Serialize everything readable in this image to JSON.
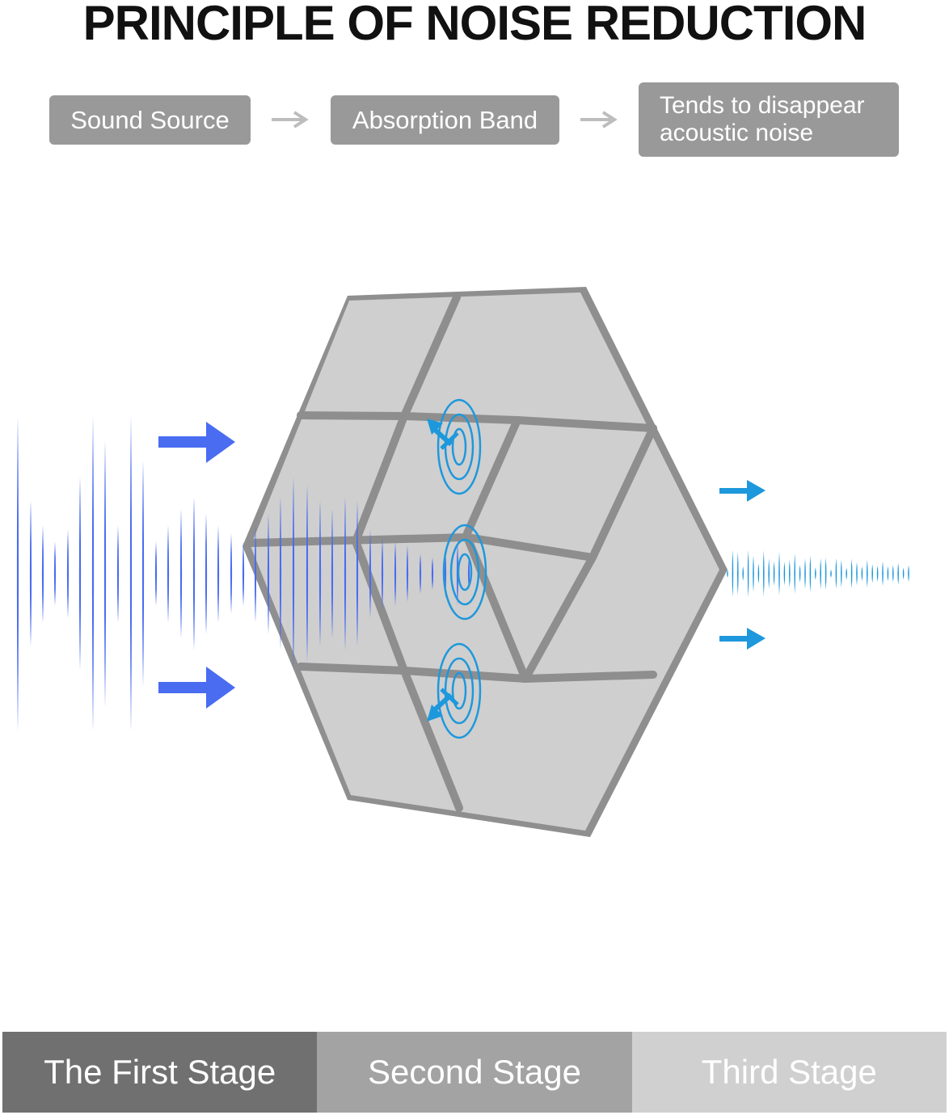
{
  "title": "PRINCIPLE OF NOISE REDUCTION",
  "flow": {
    "step1": "Sound Source",
    "step2": "Absorption Band",
    "step3_line1": "Tends to disappear",
    "step3_line2": "acoustic noise"
  },
  "stages": [
    {
      "label": "The First Stage",
      "color": "#707070"
    },
    {
      "label": "Second Stage",
      "color": "#a3a3a3"
    },
    {
      "label": "Third Stage",
      "color": "#d0d0d0"
    }
  ],
  "colors": {
    "pill": "#999999",
    "incoming_wave": "#4a6cf0",
    "outgoing_wave": "#1e98dc",
    "panel": "#c9c9c9"
  },
  "icons": [
    "right-arrow-icon",
    "absorption-swirl-icon"
  ]
}
